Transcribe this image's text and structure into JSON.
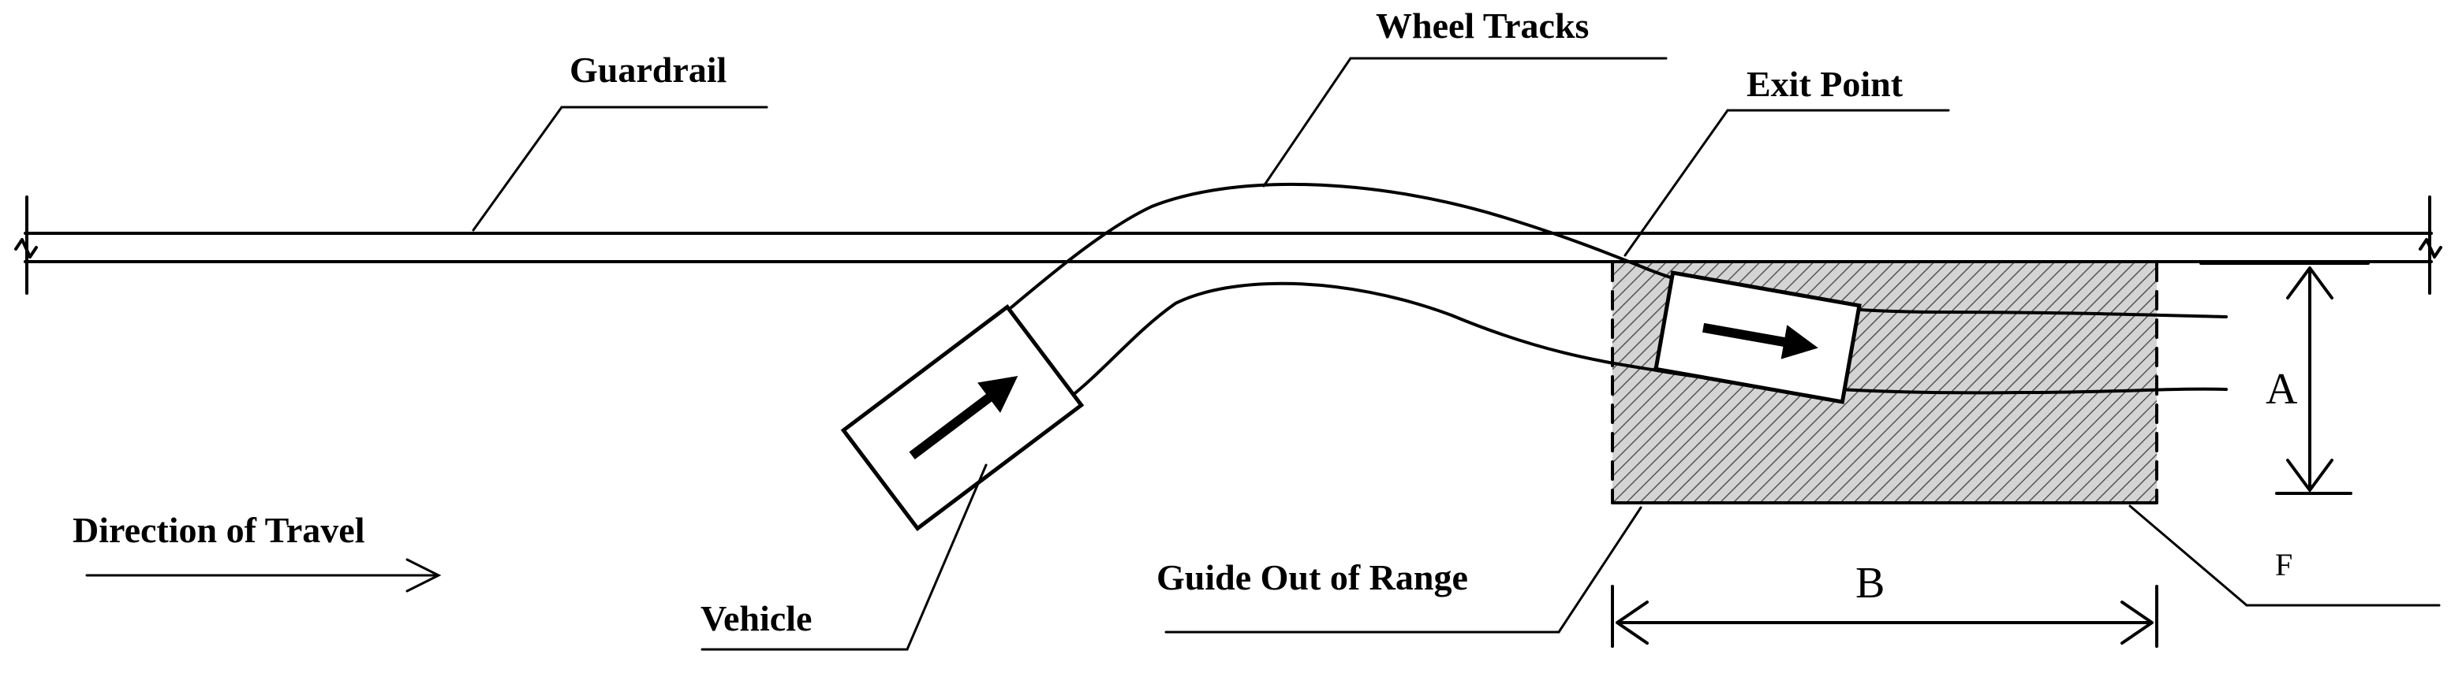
{
  "labels": {
    "guardrail": "Guardrail",
    "wheel_tracks": "Wheel Tracks",
    "exit_point": "Exit Point",
    "direction_of_travel": "Direction of Travel",
    "vehicle": "Vehicle",
    "guide_out_of_range": "Guide Out of Range",
    "dimension_a": "A",
    "dimension_b": "B",
    "point_f": "F"
  },
  "colors": {
    "ink": "#000000",
    "background": "#ffffff",
    "hatch_fill": "#bdbdbd"
  },
  "icons": {
    "travel_arrow": "arrow-right-icon",
    "vehicle_arrow": "arrow-icon"
  }
}
